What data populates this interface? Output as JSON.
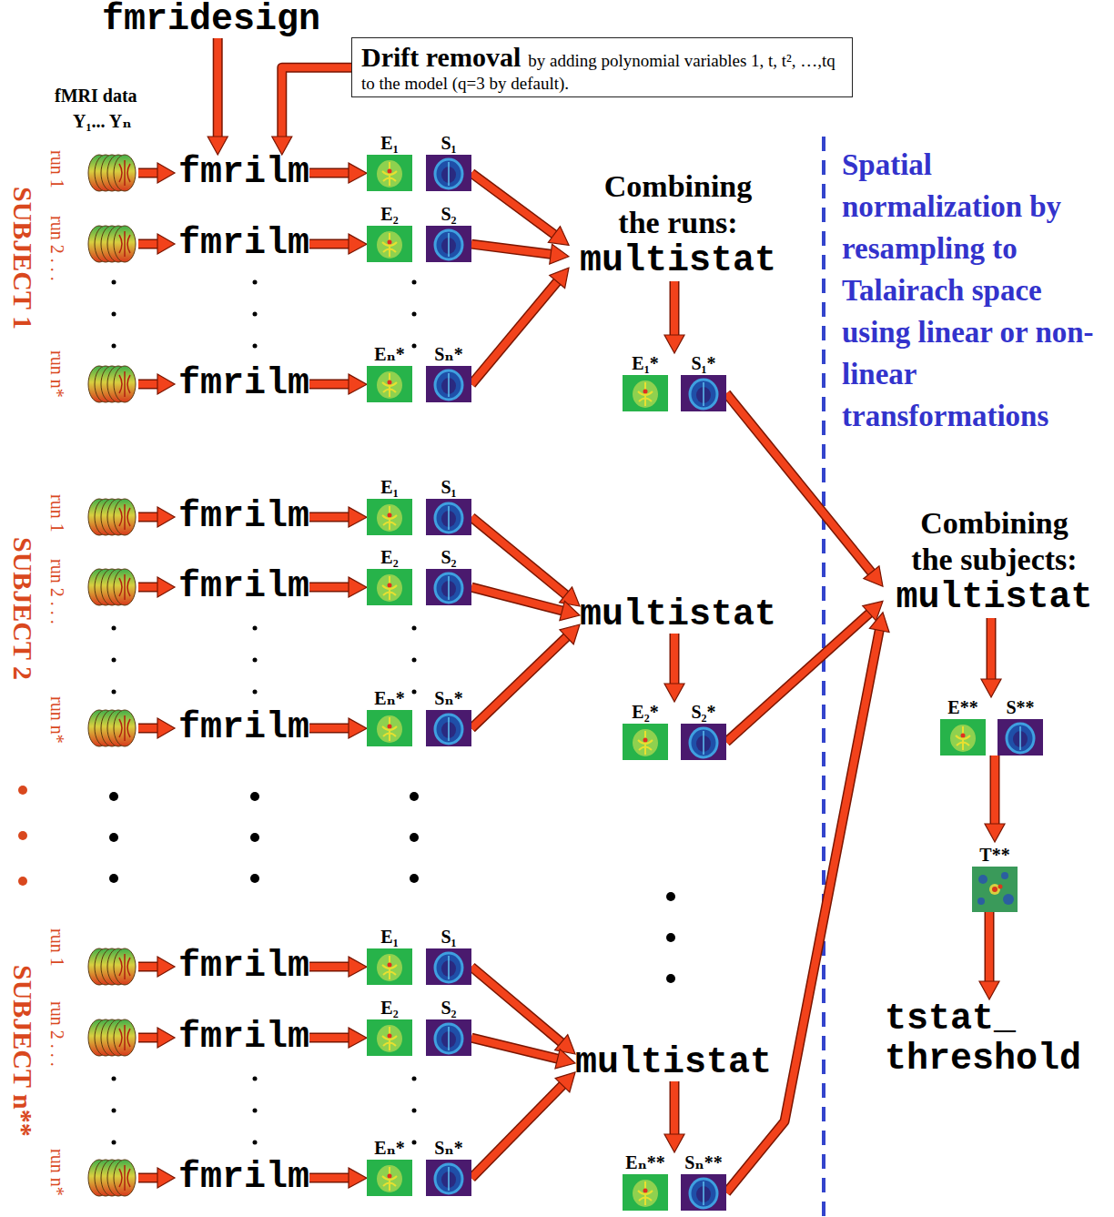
{
  "diagram": {
    "nodes": [
      {
        "text": [
          "fmridesign"
        ]
      },
      {
        "text": [
          "Drift removal",
          "by adding polynomial variables 1, t, t², …,tq to the model (q=3 by default)."
        ]
      },
      {
        "text": [
          "fmrilm"
        ]
      },
      {
        "text": [
          "E₁"
        ]
      },
      {
        "text": [
          "S₁"
        ]
      },
      {
        "text": [
          "fmrilm"
        ]
      },
      {
        "text": [
          "E₂"
        ]
      },
      {
        "text": [
          "S₂"
        ]
      },
      {
        "text": [
          "fmrilm"
        ]
      },
      {
        "text": [
          "Eₙ*"
        ]
      },
      {
        "text": [
          "Sₙ*"
        ]
      },
      {
        "text": [
          "Combining the runs:",
          "multistat"
        ]
      },
      {
        "text": [
          "E₁*"
        ]
      },
      {
        "text": [
          "S₁*"
        ]
      },
      {
        "text": [
          "fmrilm"
        ]
      },
      {
        "text": [
          "E₁"
        ]
      },
      {
        "text": [
          "S₁"
        ]
      },
      {
        "text": [
          "fmrilm"
        ]
      },
      {
        "text": [
          "E₂"
        ]
      },
      {
        "text": [
          "S₂"
        ]
      },
      {
        "text": [
          "fmrilm"
        ]
      },
      {
        "text": [
          "Eₙ*"
        ]
      },
      {
        "text": [
          "Sₙ*"
        ]
      },
      {
        "text": [
          "multistat"
        ]
      },
      {
        "text": [
          "E₂*"
        ]
      },
      {
        "text": [
          "S₂*"
        ]
      },
      {
        "text": [
          "fmrilm"
        ]
      },
      {
        "text": [
          "E₁"
        ]
      },
      {
        "text": [
          "S₁"
        ]
      },
      {
        "text": [
          "fmrilm"
        ]
      },
      {
        "text": [
          "E₂"
        ]
      },
      {
        "text": [
          "S₂"
        ]
      },
      {
        "text": [
          "fmrilm"
        ]
      },
      {
        "text": [
          "Eₙ*"
        ]
      },
      {
        "text": [
          "Sₙ*"
        ]
      },
      {
        "text": [
          "multistat"
        ]
      },
      {
        "text": [
          "Eₙ**"
        ]
      },
      {
        "text": [
          "Sₙ**"
        ]
      },
      {
        "text": [
          "Combining the subjects:",
          "multistat"
        ]
      },
      {
        "text": [
          "E**"
        ]
      },
      {
        "text": [
          "S**"
        ]
      },
      {
        "text": [
          "T**"
        ]
      },
      {
        "text": [
          "tstat_ threshold"
        ]
      }
    ],
    "edges": [
      {
        "from": 0,
        "to": 2,
        "arrow": "to"
      },
      {
        "from": 1,
        "to": 2,
        "arrow": "to"
      },
      {
        "from": 2,
        "to": 3,
        "arrow": "to"
      },
      {
        "from": 4,
        "to": 11,
        "arrow": "to"
      },
      {
        "from": 5,
        "to": 6,
        "arrow": "to"
      },
      {
        "from": 7,
        "to": 11,
        "arrow": "to"
      },
      {
        "from": 8,
        "to": 9,
        "arrow": "to"
      },
      {
        "from": 10,
        "to": 11,
        "arrow": "to"
      },
      {
        "from": 11,
        "to": 12,
        "arrow": "to"
      },
      {
        "from": 14,
        "to": 15,
        "arrow": "to"
      },
      {
        "from": 16,
        "to": 23,
        "arrow": "to"
      },
      {
        "from": 17,
        "to": 18,
        "arrow": "to"
      },
      {
        "from": 19,
        "to": 23,
        "arrow": "to"
      },
      {
        "from": 20,
        "to": 21,
        "arrow": "to"
      },
      {
        "from": 22,
        "to": 23,
        "arrow": "to"
      },
      {
        "from": 23,
        "to": 24,
        "arrow": "to"
      },
      {
        "from": 26,
        "to": 27,
        "arrow": "to"
      },
      {
        "from": 28,
        "to": 35,
        "arrow": "to"
      },
      {
        "from": 29,
        "to": 30,
        "arrow": "to"
      },
      {
        "from": 31,
        "to": 35,
        "arrow": "to"
      },
      {
        "from": 32,
        "to": 33,
        "arrow": "to"
      },
      {
        "from": 34,
        "to": 35,
        "arrow": "to"
      },
      {
        "from": 35,
        "to": 36,
        "arrow": "to"
      },
      {
        "from": 13,
        "to": 38,
        "arrow": "to"
      },
      {
        "from": 25,
        "to": 38,
        "arrow": "to"
      },
      {
        "from": 37,
        "to": 38,
        "arrow": "to"
      },
      {
        "from": 38,
        "to": 39,
        "arrow": "to"
      },
      {
        "from": 39,
        "to": 41,
        "arrow": "to"
      },
      {
        "from": 41,
        "to": 42,
        "arrow": "to"
      }
    ],
    "labels": [
      "fMRI data",
      "Y₁... Yₙ",
      "SUBJECT 1",
      "run 1",
      "run 2 . . .",
      "run n*",
      "SUBJECT 2",
      "run 1",
      "run 2 . . .",
      "run n*",
      "SUBJECT n**",
      "run 1",
      "run 2 . . .",
      "run n*",
      "Spatial normalization by resampling to Talairach space using linear or non-linear transformations"
    ]
  }
}
